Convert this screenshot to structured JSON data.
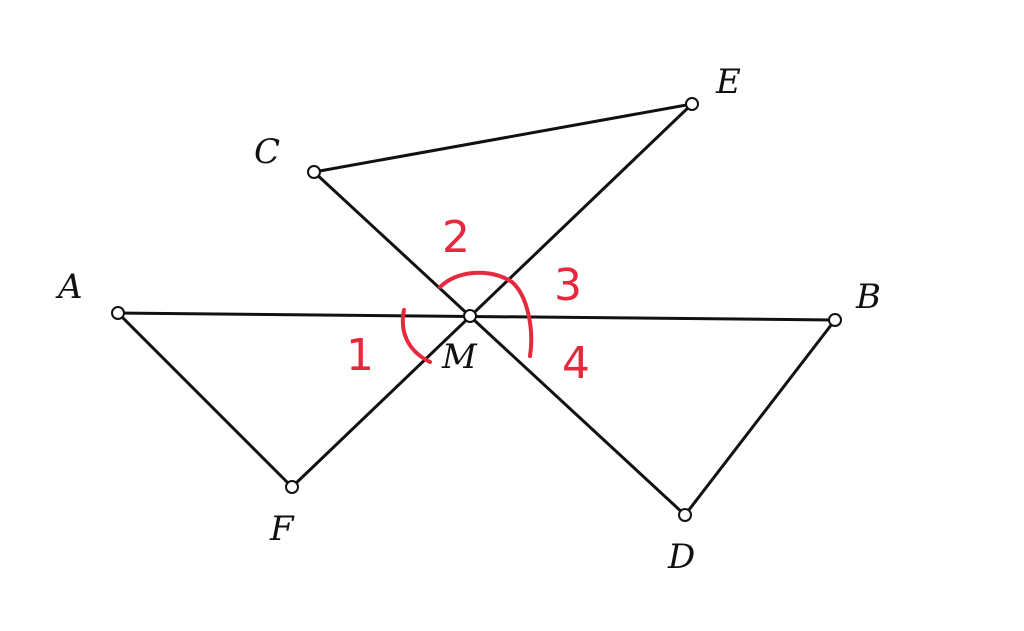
{
  "points": {
    "A": "A",
    "B": "B",
    "C": "C",
    "D": "D",
    "E": "E",
    "F": "F",
    "M": "M"
  },
  "angle_marks": {
    "one": "1",
    "two": "2",
    "three": "3",
    "four": "4"
  },
  "colors": {
    "lines": "#111111",
    "annotation": "#e8283c",
    "background": "#ffffff"
  }
}
